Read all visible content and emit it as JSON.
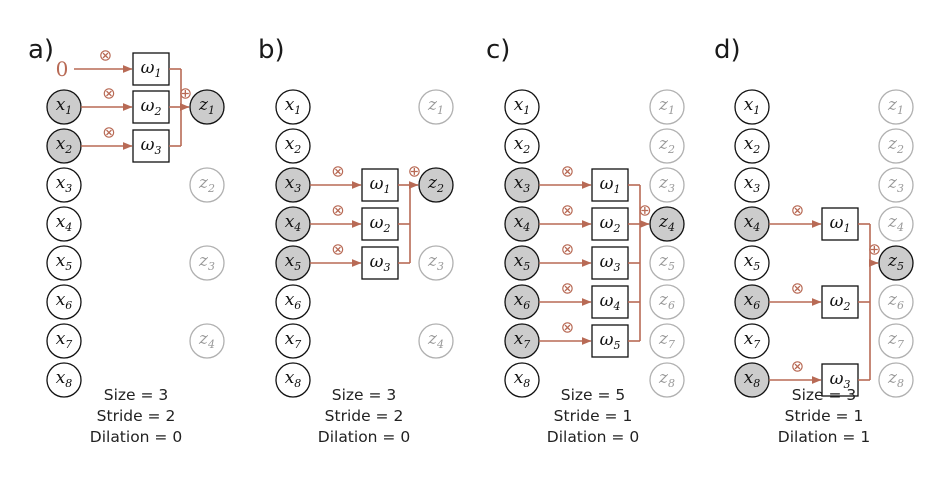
{
  "colors": {
    "active_fill": "#cccccc",
    "node_stroke": "#111111",
    "faded_stroke": "#b0b0b0",
    "faded_text": "#9a9a9a",
    "accent": "#b86a55"
  },
  "symbols": {
    "x": "x",
    "z": "z",
    "w": "ω",
    "mul": "⊗",
    "add": "⊕",
    "zero": "0"
  },
  "panels": [
    {
      "label": "a)",
      "inputs": 8,
      "outputs": 4,
      "active_inputs": [
        0,
        1
      ],
      "active_output": 1,
      "pad_zero": true,
      "taps": 3,
      "caption": [
        "Size = 3",
        "Stride = 2",
        "Dilation = 0"
      ]
    },
    {
      "label": "b)",
      "inputs": 8,
      "outputs": 4,
      "active_inputs": [
        2,
        3,
        4
      ],
      "active_output": 2,
      "pad_zero": false,
      "taps": 3,
      "caption": [
        "Size = 3",
        "Stride = 2",
        "Dilation = 0"
      ]
    },
    {
      "label": "c)",
      "inputs": 8,
      "outputs": 8,
      "active_inputs": [
        2,
        3,
        4,
        5,
        6
      ],
      "active_output": 4,
      "pad_zero": false,
      "taps": 5,
      "caption": [
        "Size = 5",
        "Stride = 1",
        "Dilation = 0"
      ]
    },
    {
      "label": "d)",
      "inputs": 8,
      "outputs": 8,
      "active_inputs": [
        3,
        5,
        7
      ],
      "active_output": 5,
      "pad_zero": false,
      "taps": 3,
      "caption": [
        "Size = 3",
        "Stride = 1",
        "Dilation = 1"
      ]
    }
  ]
}
